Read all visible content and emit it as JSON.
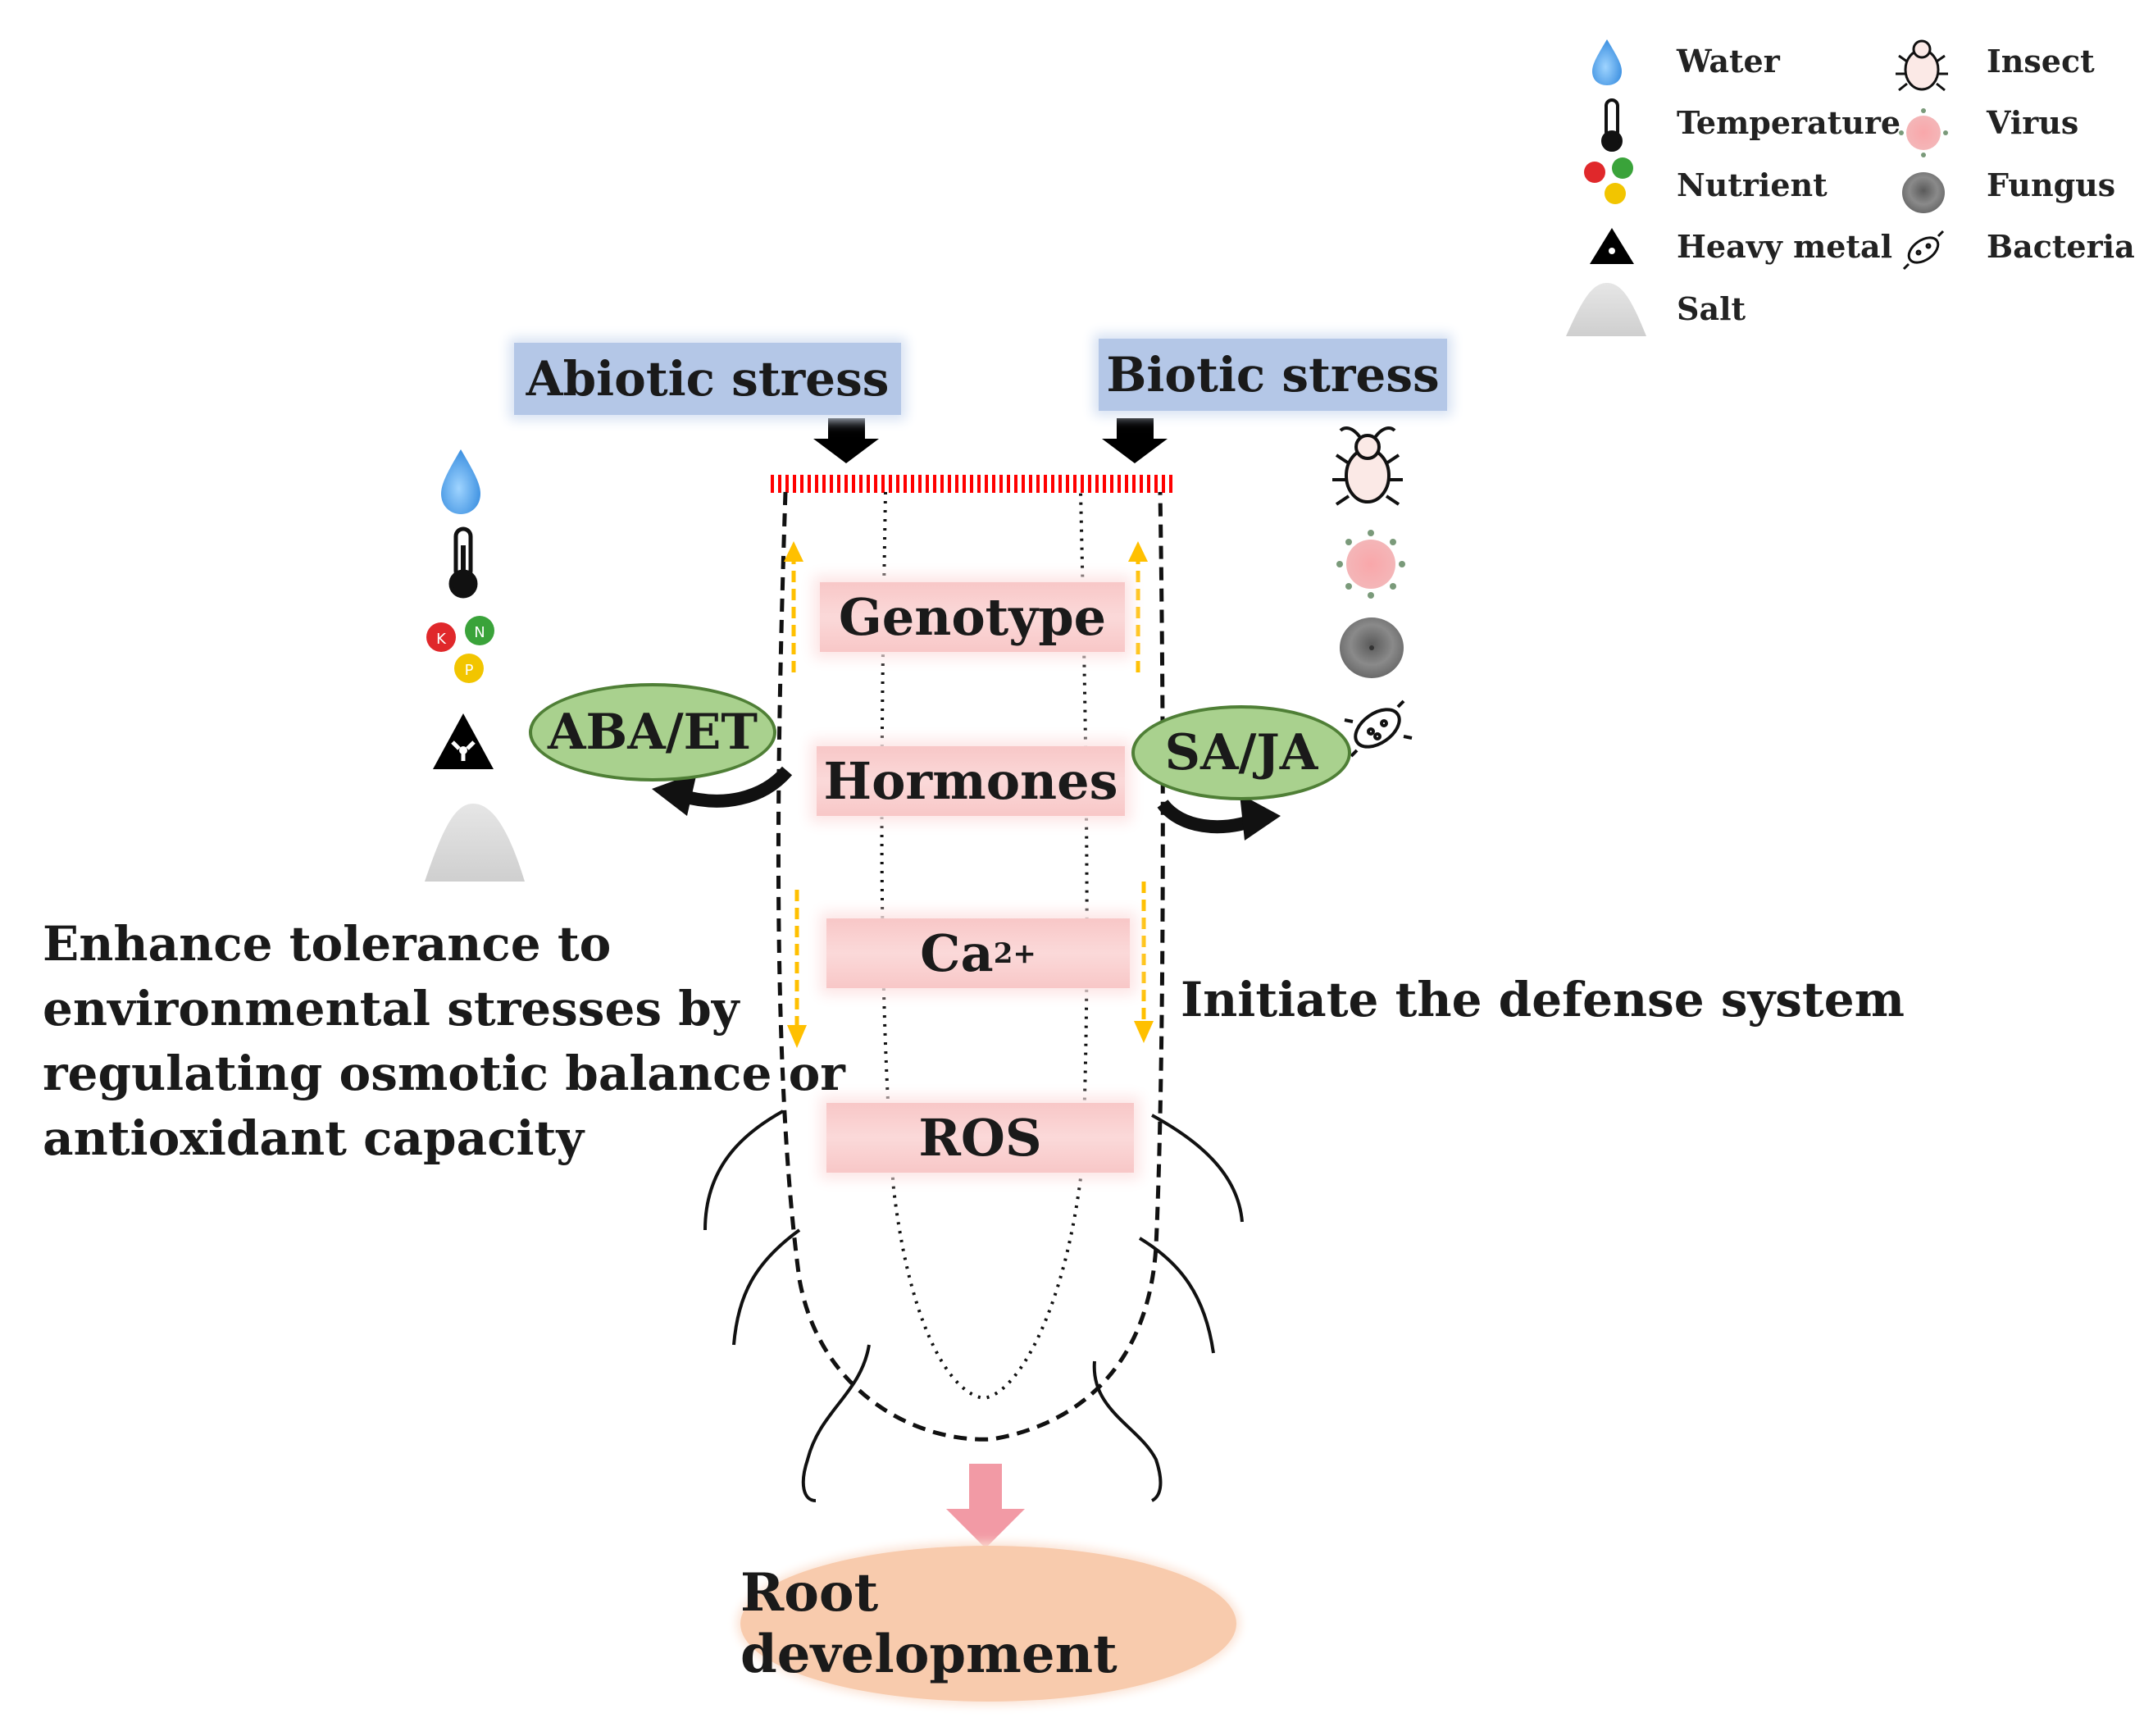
{
  "legend": {
    "left": [
      {
        "icon": "water-drop-icon",
        "label": "Water"
      },
      {
        "icon": "thermometer-icon",
        "label": "Temperature"
      },
      {
        "icon": "nutrient-icon",
        "label": "Nutrient"
      },
      {
        "icon": "heavy-metal-icon",
        "label": "Heavy metal"
      },
      {
        "icon": "salt-icon",
        "label": "Salt"
      }
    ],
    "right": [
      {
        "icon": "insect-icon",
        "label": "Insect"
      },
      {
        "icon": "virus-icon",
        "label": "Virus"
      },
      {
        "icon": "fungus-icon",
        "label": "Fungus"
      },
      {
        "icon": "bacteria-icon",
        "label": "Bacteria"
      }
    ]
  },
  "abiotic_stress": "Abiotic stress",
  "biotic_stress": "Biotic stress",
  "factors": {
    "genotype": "Genotype",
    "hormones": "Hormones",
    "calcium": "Ca",
    "calcium_sup": "2+",
    "ros": "ROS"
  },
  "hormones_left": "ABA/ET",
  "hormones_right": "SA/JA",
  "left_outcome": [
    "Enhance tolerance to",
    "environmental stresses by",
    "regulating osmotic balance or",
    "antioxidant capacity"
  ],
  "right_outcome": "Initiate the defense system",
  "result": "Root development",
  "nutrient_letters": {
    "k": "K",
    "n": "N",
    "p": "P"
  },
  "colors": {
    "stress_box": "#b4c7e7",
    "factor_box": "#f8c7c7",
    "hormone": "#a9d18e",
    "result": "#f8cbad",
    "membrane": "#ff0000",
    "signal_arrow": "#ffc000",
    "output_arrow": "#f4a0a8"
  }
}
